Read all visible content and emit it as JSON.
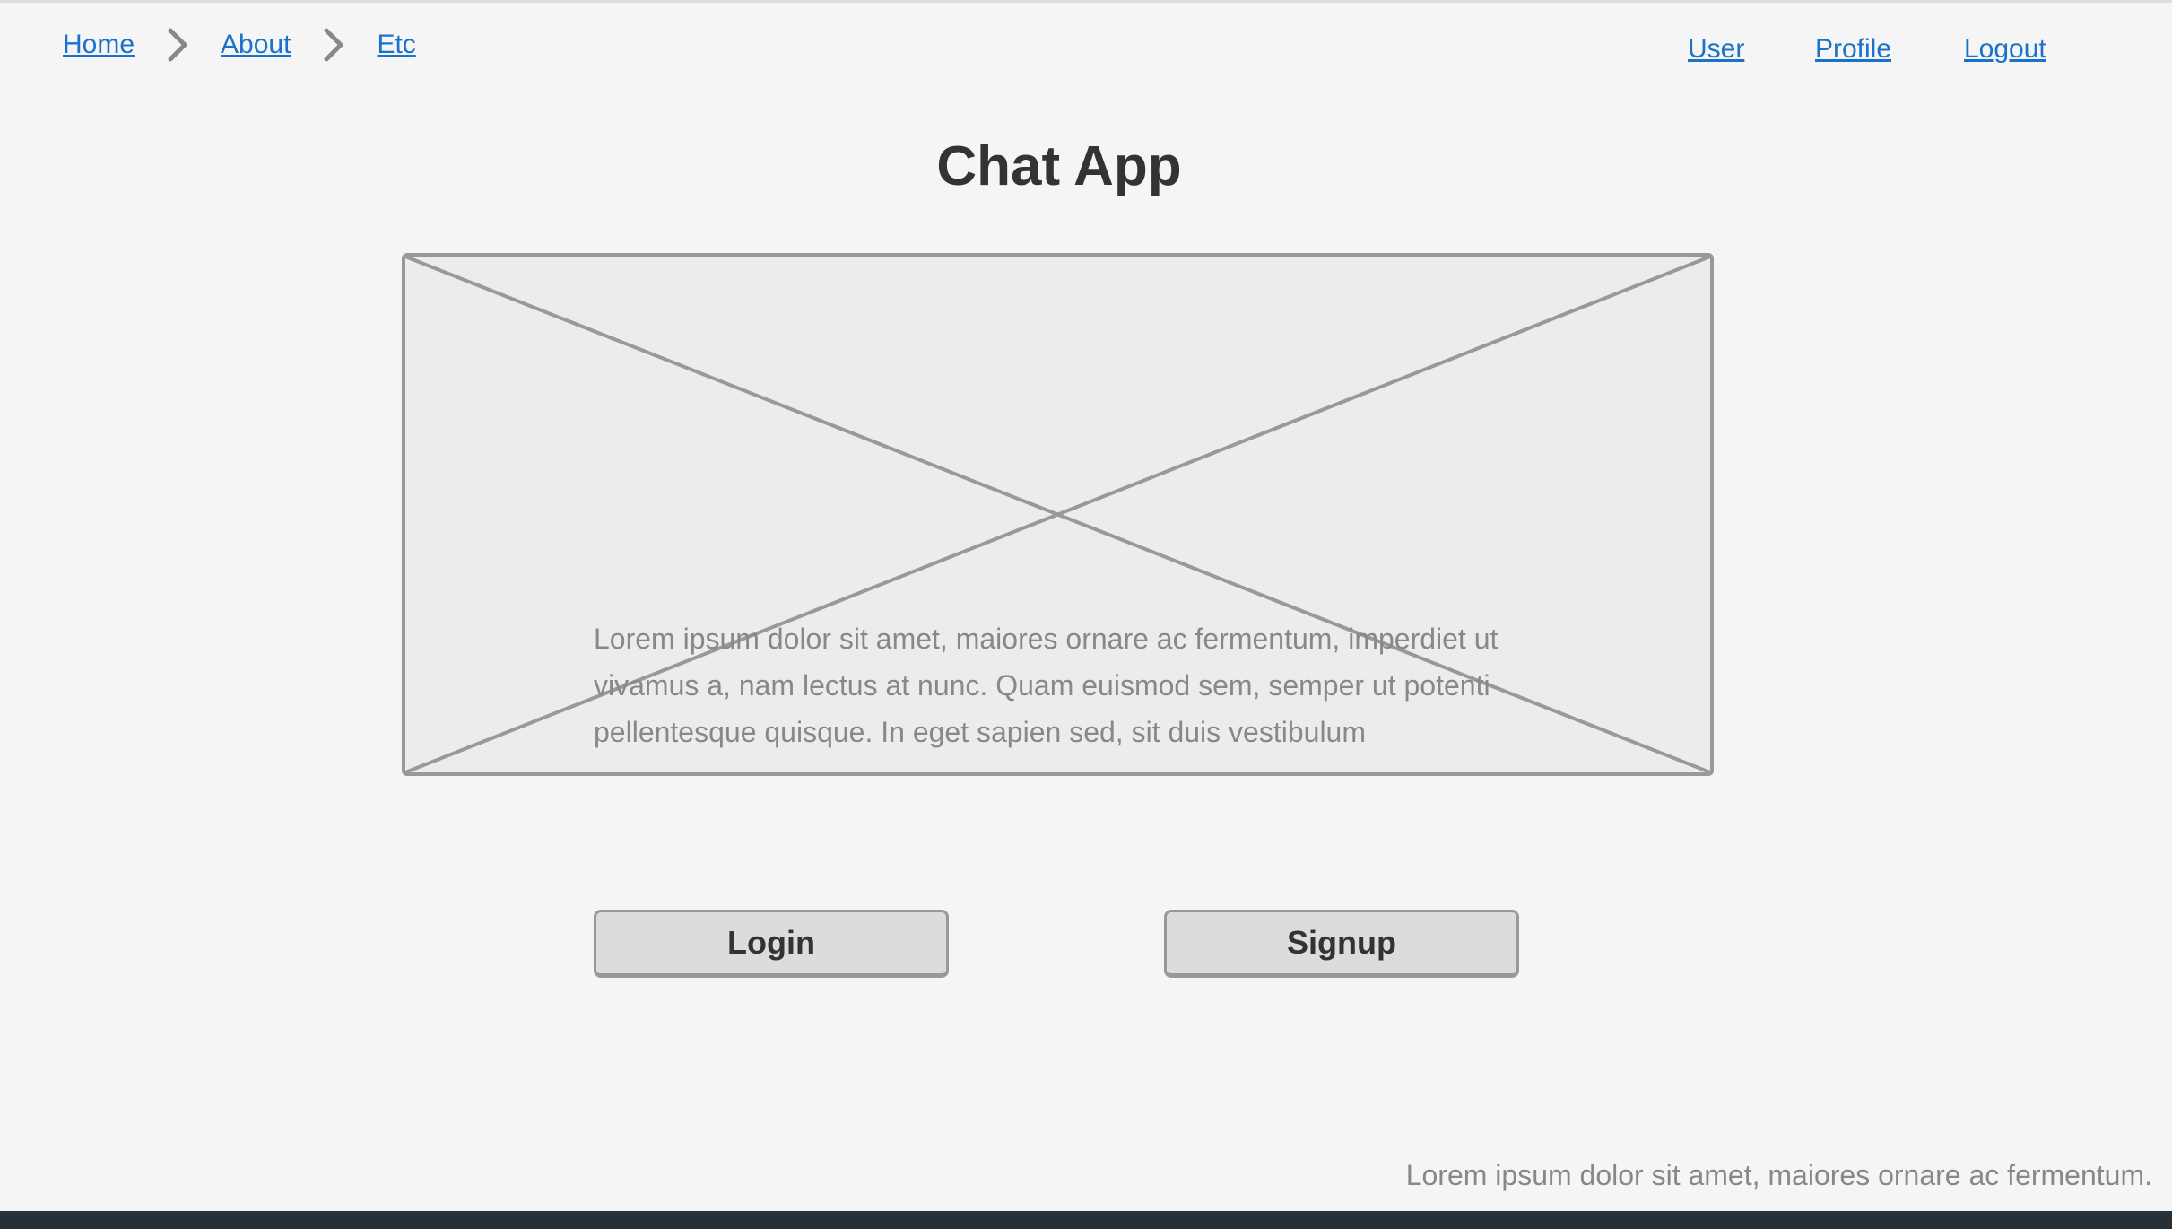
{
  "breadcrumb": {
    "items": [
      {
        "label": "Home"
      },
      {
        "label": "About"
      },
      {
        "label": "Etc"
      }
    ]
  },
  "topnav": {
    "user": "User",
    "profile": "Profile",
    "logout": "Logout"
  },
  "page": {
    "title": "Chat App"
  },
  "hero": {
    "text": "Lorem ipsum dolor sit amet, maiores ornare ac fermentum, imperdiet ut vivamus a, nam lectus at nunc. Quam euismod sem, semper ut potenti pellentesque quisque. In eget sapien sed, sit duis vestibulum"
  },
  "actions": {
    "login": "Login",
    "signup": "Signup"
  },
  "footer": {
    "text": "Lorem ipsum dolor sit amet, maiores ornare ac fermentum."
  },
  "colors": {
    "link": "#1a73c8",
    "placeholder_border": "#999999",
    "background": "#f5f5f5"
  }
}
